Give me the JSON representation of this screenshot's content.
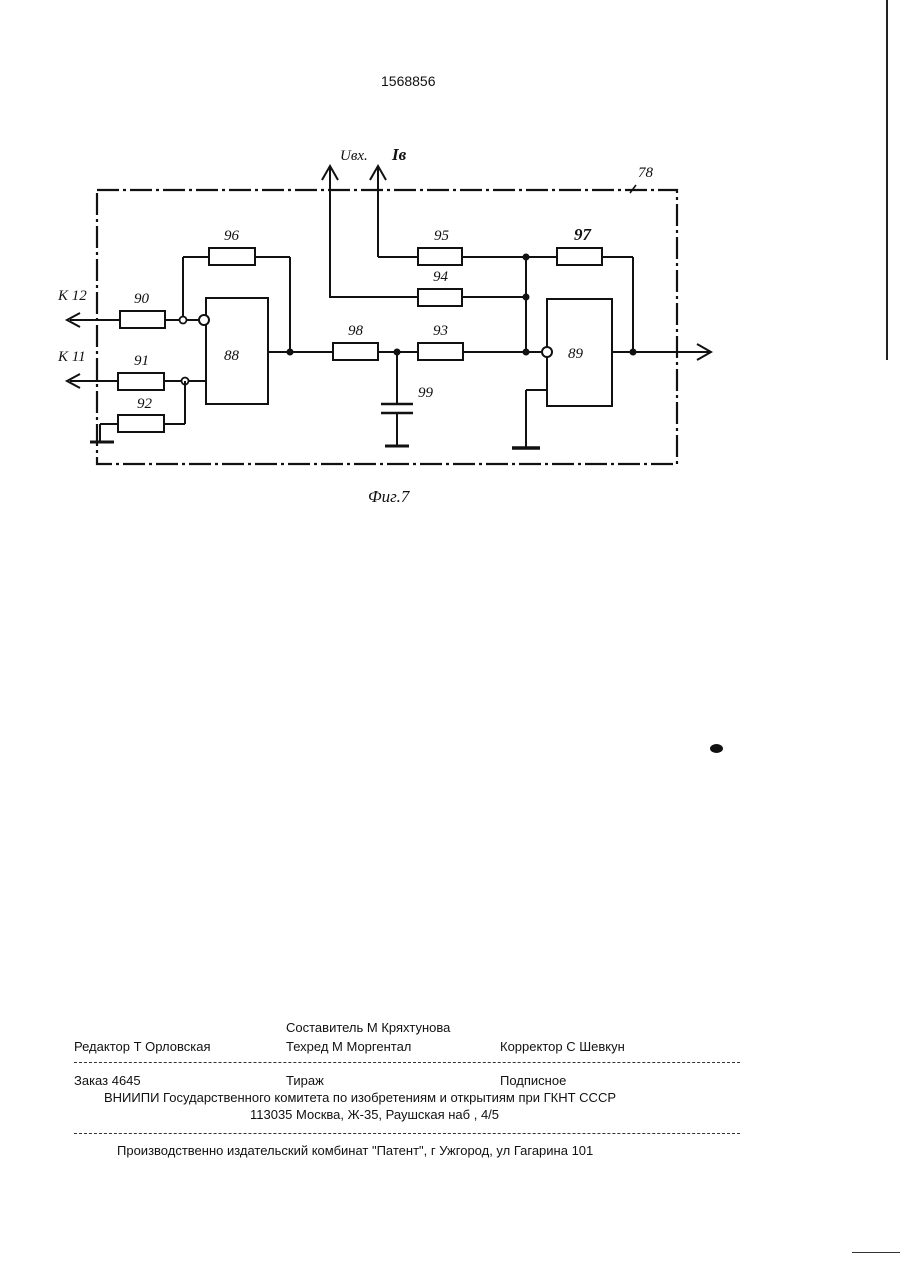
{
  "page_number": "1568856",
  "figure": {
    "caption": "Фиг.7",
    "block_label": "78",
    "outputs": {
      "voltage": "Uвх.",
      "current": "Iв"
    },
    "ports": [
      "К 12",
      "К 11"
    ],
    "components": {
      "amp_left": "88",
      "amp_right": "89",
      "r90": "90",
      "r91": "91",
      "r92": "92",
      "r93": "93",
      "r94": "94",
      "r95": "95",
      "r96": "96",
      "r97": "97",
      "r98": "98",
      "c99": "99"
    }
  },
  "footer": {
    "compiler": "Составитель  М Кряхтунова",
    "editor": "Редактор  Т Орловская",
    "techred": "Техред М Моргентал",
    "corrector": "Корректор  С  Шевкун",
    "order": "Заказ  4645",
    "circulation": "Тираж",
    "subscription": "Подписное",
    "institute": "ВНИИПИ Государственного комитета по изобретениям и открытиям при ГКНТ СССР",
    "address": "113035  Москва, Ж-35, Раушская наб , 4/5",
    "publisher": "Производственно издательский комбинат \"Патент\", г  Ужгород, ул Гагарина  101"
  }
}
